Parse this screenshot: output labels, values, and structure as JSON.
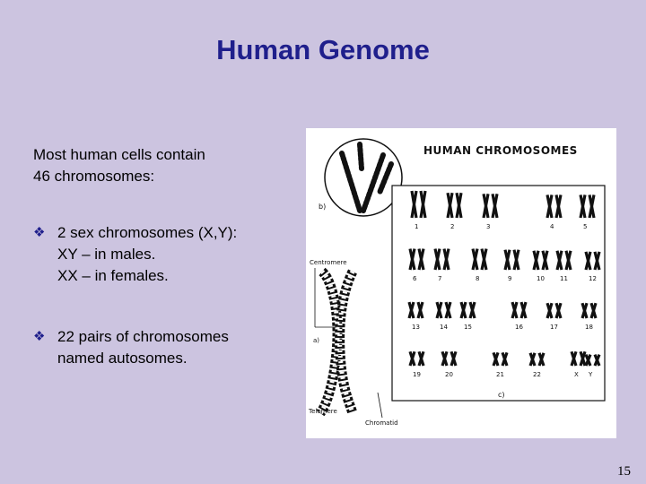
{
  "slide": {
    "title": "Human Genome",
    "intro_line1": "Most human cells contain",
    "intro_line2": "46 chromosomes:",
    "bullets": [
      {
        "lines": [
          "2 sex chromosomes (X,Y):",
          "XY – in males.",
          "XX – in females."
        ]
      },
      {
        "lines": [
          "22 pairs of chromosomes",
          "named autosomes."
        ]
      }
    ],
    "page_number": "15",
    "bullet_icon": "diamond-bullet-icon"
  },
  "figure": {
    "heading": "HUMAN CHROMOSOMES",
    "labels": {
      "b": "b)",
      "a": "a)",
      "c": "c)",
      "centromere": "Centromere",
      "telomere": "Telomere",
      "chromatid": "Chromatid"
    },
    "karyotype_numbers": [
      "1",
      "2",
      "3",
      "4",
      "5",
      "6",
      "7",
      "8",
      "9",
      "10",
      "11",
      "12",
      "13",
      "14",
      "15",
      "16",
      "17",
      "18",
      "19",
      "20",
      "21",
      "22",
      "X",
      "Y"
    ]
  },
  "colors": {
    "title": "#1f1f8c",
    "background": "#ccc4e0"
  }
}
